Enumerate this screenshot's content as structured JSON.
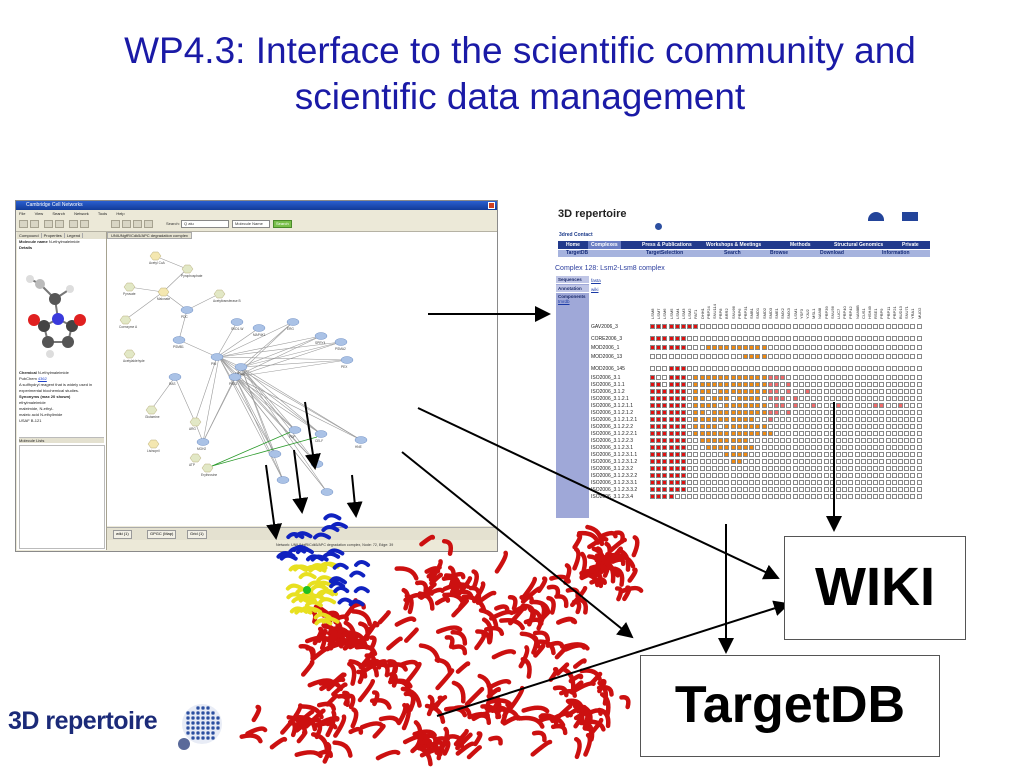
{
  "slide": {
    "title_line1": "WP4.3:  Interface to the scientific community and",
    "title_line2": "scientific data management"
  },
  "app": {
    "title": "Cambridge Cell Networks",
    "menu": [
      "File",
      "View",
      "Search",
      "Network",
      "Tools",
      "Help"
    ],
    "search_label": "Search:",
    "search_value": "Q  atu",
    "search_type": "Molecule Name",
    "search_button": "Search",
    "left_tabs": [
      "Compound",
      "Properties",
      "Legend"
    ],
    "molecule_name_label": "Molecule name",
    "molecule_name_value": "N-ethylmaleimide",
    "details_label": "Details",
    "chemical_label": "Chemical",
    "chemical_value": "N-ethylmaleimide",
    "pubchem_label": "PubChem",
    "pubchem_value": "4362",
    "description": "A sulfhydryl reagent that is widely used in experimental biochemical studies.",
    "synonyms_label": "Synonyms (max 20 shown)",
    "synonyms": [
      "ethylmaleimide",
      "maleimide, N-ethyl-",
      "maleic acid N-ethylimide",
      "USAF B-121"
    ],
    "molecule_pane_label": "Molecule Lists",
    "main_tab": "UNIUNgfR/Cdk5/APC degradation complex",
    "bottom_tabs": [
      "wiki (1)",
      "GPGC (Map)",
      "Grid (1)"
    ],
    "status": "Network: UNIUNgfR/Cdk5/APC degradation complex, Node: 72, Edge: 39"
  },
  "network": {
    "nodes": [
      "Acetyl CoA",
      "Pyrophosphate",
      "Pyruvate",
      "Malonate",
      "Coenzyme A",
      "Acetyltransferase B",
      "PDC",
      "Acetylaldehyde",
      "PSMB1",
      "SKD1-W",
      "MAP4K1",
      "PIN",
      "EIF4A1",
      "ERG",
      "SPRY4",
      "PSMA2",
      "PEX",
      "PRS3",
      "RAS",
      "Glutamine",
      "ARG",
      "MGH2",
      "CELF",
      "PDP",
      "Lisinopril",
      "ATP",
      "Erythrosine",
      "HNE"
    ]
  },
  "portal": {
    "logo_text": "3D repertoire",
    "top_links": [
      "3dred",
      "Contact"
    ],
    "nav1": [
      "Home",
      "Complexes",
      "Press & Publications",
      "Workshops & Meetings",
      "Methods",
      "Structural Genomics",
      "Private"
    ],
    "nav2": [
      "TargetDB",
      "TargetSelection",
      "Search",
      "Browse",
      "Download",
      "Information"
    ],
    "complex_title": "Complex 128: Lsm2-Lsm8 complex",
    "side_sequences": "Sequences",
    "side_sequences_val": "fasta",
    "side_annotation": "Annotation",
    "side_annotation_val": "wiki",
    "side_components": "Components",
    "side_components_val": "tmrdb",
    "columns": [
      "LSM8",
      "LSM7",
      "LSM6",
      "LSM5",
      "LSM4",
      "LSM3",
      "LSM2",
      "PAT1",
      "DHH1",
      "PRP24",
      "SNU114",
      "PRP8",
      "BRR2",
      "SNU66",
      "PRP6",
      "PRP31",
      "SMB1",
      "SMD1",
      "SMD2",
      "SMD3",
      "SME1",
      "SMX2",
      "SMX3",
      "LSM1",
      "YSF3",
      "YJU2",
      "MSL1",
      "NAM8",
      "PRP39",
      "SNU56",
      "LUC7",
      "PRP40",
      "PRP42",
      "NAM8B",
      "CUS1",
      "HSH49",
      "RSE1",
      "PRP9",
      "PRP11",
      "PRP21",
      "BUD13",
      "SNU71",
      "YRA1",
      "MUD2"
    ],
    "rows": [
      {
        "label": "GAV2006_3",
        "cells": "rrrrrrrrwwwwwwwwwwwwwwwwwwwwwwwwwwwwwwwwwwww"
      },
      {
        "label": "CORE2006_3",
        "cells": "rrrrrrwwwwwwwwwwwwwwwwwwwwwwwwwwwwwwwwwwwwww"
      },
      {
        "label": "MOD2006_1",
        "cells": "rrrrrrwwwoooooooooowwwwwwwwwwwwwwwwwwwwwwwww"
      },
      {
        "label": "MOD2006_13",
        "cells": "wwwwwwwwwwwwwwwoooowwwwwwwwwwwwwwwwwwwwwwwww"
      },
      {
        "label": "MOD2006_145",
        "cells": "wwwrrrwwwwwwwwwwwwwwwwwwwwwwwwwwwwwwwwwwwwww"
      },
      {
        "label": "ISO2006_3.1",
        "cells": "rwwrrrwoooooooooooopppwwwwwwwwwwwwwwwwwwwwww"
      },
      {
        "label": "ISO2006_3.1.1",
        "cells": "rrwrrrwooooooooooooppwpwwwwwwwwwwwwwwwwwwwww"
      },
      {
        "label": "ISO2006_3.1.2",
        "cells": "rrrrrrwooowooooooooppwpwwpwwwwwwwwwwwwwwwwww"
      },
      {
        "label": "ISO2006_3.1.2.1",
        "cells": "rrrrrrwoowooowoooowpppwpwwwwwwwwwwwwwwwwwwww"
      },
      {
        "label": "ISO2006_3.1.2.1.1",
        "cells": "rrrrrrwoooowooooooowppwpwwpwwwpwwwwwppwwpwww"
      },
      {
        "label": "ISO2006_3.1.2.1.2",
        "cells": "rrrrrrwoowoooooooooppwpwwwwwwwwwwwwwwwwwwwww"
      },
      {
        "label": "ISO2006_3.1.2.1.2.1",
        "cells": "rrrrrrwoooooooooowwpwwwwwwwwwwwwwwwwwwwwwwww"
      },
      {
        "label": "ISO2006_3.1.2.2.2",
        "cells": "rrrrrrwoooowooooooowwwwwwwwwwwwwwwwwwwwwwwww"
      },
      {
        "label": "ISO2006_3.1.2.2.2.1",
        "cells": "rrrrrrwooooooooooooowwwwwwwwwwwwwwwwwwwwwwww"
      },
      {
        "label": "ISO2006_3.1.2.2.3",
        "cells": "rrrrrrwwoooooooowwwwwwwwwwwwwwwwwwwwwwwwwwww"
      },
      {
        "label": "ISO2006_3.1.2.3.1",
        "cells": "rrrrrrwwwoooooooowwwwwwwwwwwwwwwwwwwwwwwwwww"
      },
      {
        "label": "ISO2006_3.1.2.3.1.1",
        "cells": "rrrrrrwwwwwwoooowwwwwwwwwwwwwwwwwwwwwwwwwwww"
      },
      {
        "label": "ISO2006_3.1.2.3.1.2",
        "cells": "rrrrrrwwwwwwwoowwwwwwwwwwwwwwwwwwwwwwwwwwwww"
      },
      {
        "label": "ISO2006_3.1.2.3.2",
        "cells": "rrrrrrwwwwwwwwwwwwwwwwwwwwwwwwwwwwwwwwwwwwww"
      },
      {
        "label": "ISO2006_3.1.2.3.2.2",
        "cells": "rrrrrrwwwwwwwwwwwwwwwwwwwwwwwwwwwwwwwwwwwwww"
      },
      {
        "label": "ISO2006_3.1.2.3.3.1",
        "cells": "rrrrrrwwwwwwwwwwwwwwwwwwwwwwwwwwwwwwwwwwwwww"
      },
      {
        "label": "ISO2006_3.1.2.3.3.2",
        "cells": "rrrrrrwwwwwwwwwwwwwwwwwwwwwwwwwwwwwwwwwwwwww"
      },
      {
        "label": "ISO2006_3.1.2.3.4",
        "cells": "rrrrwwwwwwwwwwwwwwwwwwwwwwwwwwwwwwwwwwwwwwww"
      }
    ]
  },
  "labels": {
    "wiki": "WIKI",
    "targetdb": "TargetDB"
  },
  "logo": {
    "text": "3D repertoire"
  },
  "colors": {
    "title": "#1a1aa6",
    "cell_red": "#e01010",
    "cell_orange": "#f08a10",
    "cell_pink": "#f26b6b",
    "protein_red": "#cc1010",
    "protein_blue": "#1022c0",
    "protein_yellow": "#e8e020",
    "nav_dark": "#223a8c"
  }
}
